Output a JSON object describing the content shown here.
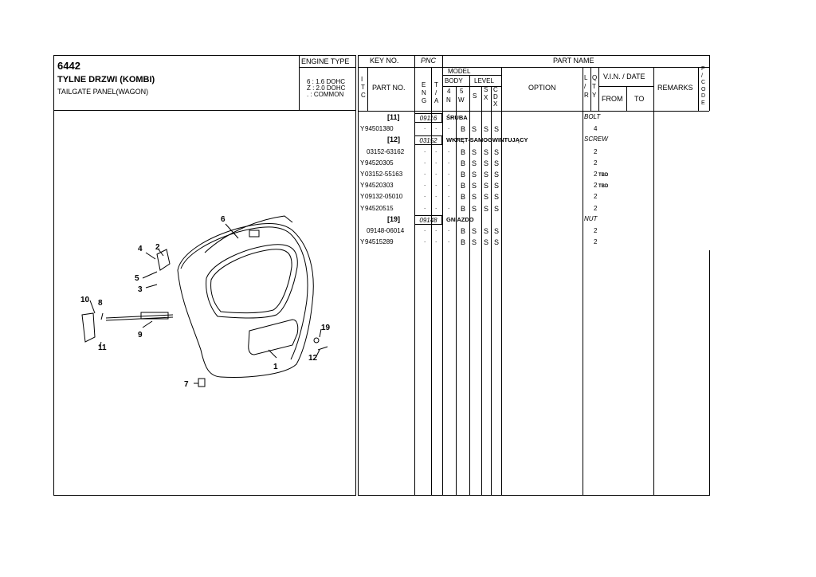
{
  "header": {
    "code": "6442",
    "title_pl": "TYLNE DRZWI (KOMBI)",
    "title_en": "TAILGATE PANEL(WAGON)",
    "engine_type_label": "ENGINE TYPE",
    "engine_lines": [
      "6 : 1.6 DOHC",
      "Z : 2.0 DOHC",
      ". : COMMON"
    ],
    "key_no_label": "KEY NO.",
    "pnc_label": "PNC",
    "part_name_label": "PART NAME",
    "itc_label": [
      "I",
      "T",
      "C"
    ],
    "part_no_label": "PART NO.",
    "model_label": "MODEL",
    "body_label": "BODY",
    "level_label": "LEVEL",
    "eng_label": [
      "E",
      "N",
      "G"
    ],
    "ta_label": [
      "T",
      "/",
      "A"
    ],
    "body_cols": [
      [
        "4",
        "N"
      ],
      [
        "5",
        "W"
      ]
    ],
    "level_cols": [
      "S",
      "S\nX",
      "C\nD\nX"
    ],
    "option_label": "OPTION",
    "lr_label": [
      "L",
      "/",
      "R"
    ],
    "qty_label": [
      "Q",
      "T",
      "Y"
    ],
    "vin_label": "V.I.N. / DATE",
    "from_label": "FROM",
    "to_label": "TO",
    "remarks_label": "REMARKS",
    "pcode_label": [
      "P",
      "/",
      "C",
      "O",
      "D",
      "E"
    ]
  },
  "groups": [
    {
      "key": "[11]",
      "pnc": "09116",
      "name_pl": "ŚRUBA",
      "name_en": "BOLT",
      "rows": [
        {
          "itc": "Y",
          "part_no": "94501380",
          "eng": ".",
          "ta": ".",
          "n4": ".",
          "w5": "B",
          "s": "S",
          "sx": "S",
          "cdx": "S",
          "qty": "4",
          "rem": ""
        }
      ]
    },
    {
      "key": "[12]",
      "pnc": "03152",
      "name_pl": "WKRĘT-SAMOGWINTUJĄCY",
      "name_en": "SCREW",
      "rows": [
        {
          "itc": "",
          "part_no": "03152-63162",
          "eng": ".",
          "ta": ".",
          "n4": ".",
          "w5": "B",
          "s": "S",
          "sx": "S",
          "cdx": "S",
          "qty": "2",
          "rem": ""
        },
        {
          "itc": "Y",
          "part_no": "94520305",
          "eng": ".",
          "ta": ".",
          "n4": ".",
          "w5": "B",
          "s": "S",
          "sx": "S",
          "cdx": "S",
          "qty": "2",
          "rem": ""
        },
        {
          "itc": "Y",
          "part_no": "03152-55163",
          "eng": ".",
          "ta": ".",
          "n4": ".",
          "w5": "B",
          "s": "S",
          "sx": "S",
          "cdx": "S",
          "qty": "2",
          "rem": "TBD"
        },
        {
          "itc": "Y",
          "part_no": "94520303",
          "eng": ".",
          "ta": ".",
          "n4": ".",
          "w5": "B",
          "s": "S",
          "sx": "S",
          "cdx": "S",
          "qty": "2",
          "rem": "TBD"
        },
        {
          "itc": "Y",
          "part_no": "09132-05010",
          "eng": ".",
          "ta": ".",
          "n4": ".",
          "w5": "B",
          "s": "S",
          "sx": "S",
          "cdx": "S",
          "qty": "2",
          "rem": ""
        },
        {
          "itc": "Y",
          "part_no": "94520515",
          "eng": ".",
          "ta": ".",
          "n4": ".",
          "w5": "B",
          "s": "S",
          "sx": "S",
          "cdx": "S",
          "qty": "2",
          "rem": ""
        }
      ]
    },
    {
      "key": "[19]",
      "pnc": "09148",
      "name_pl": "GNIAZDO",
      "name_en": "NUT",
      "rows": [
        {
          "itc": "",
          "part_no": "09148-06014",
          "eng": ".",
          "ta": ".",
          "n4": ".",
          "w5": "B",
          "s": "S",
          "sx": "S",
          "cdx": "S",
          "qty": "2",
          "rem": ""
        },
        {
          "itc": "Y",
          "part_no": "94515289",
          "eng": ".",
          "ta": ".",
          "n4": ".",
          "w5": "B",
          "s": "S",
          "sx": "S",
          "cdx": "S",
          "qty": "2",
          "rem": ""
        }
      ]
    }
  ],
  "diagram": {
    "callouts": [
      "1",
      "2",
      "3",
      "4",
      "5",
      "6",
      "7",
      "8",
      "9",
      "10",
      "11",
      "12",
      "19"
    ]
  }
}
